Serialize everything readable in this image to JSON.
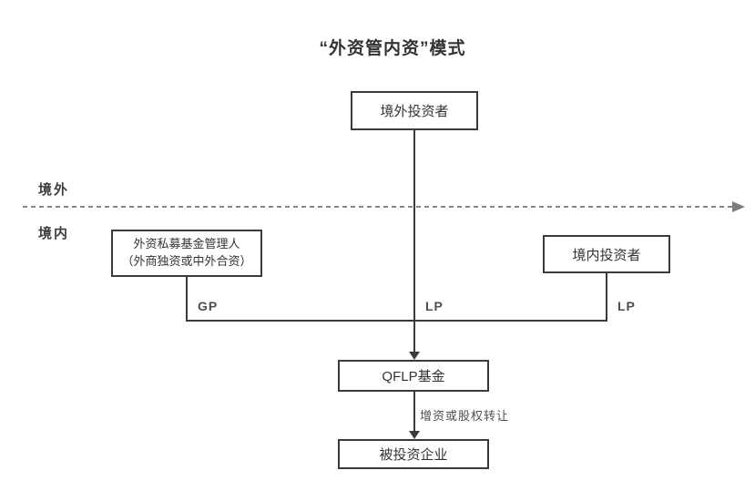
{
  "title": "“外资管内资”模式",
  "regions": {
    "overseas": "境外",
    "domestic": "境内"
  },
  "nodes": {
    "overseas_investor": "境外投资者",
    "fund_manager_line1": "外资私募基金管理人",
    "fund_manager_line2": "（外商独资或中外合资）",
    "domestic_investor": "境内投资者",
    "qflp_fund": "QFLP基金",
    "investee": "被投资企业"
  },
  "edge_labels": {
    "gp": "GP",
    "lp_center": "LP",
    "lp_right": "LP",
    "investment": "增资或股权转让"
  },
  "colors": {
    "line": "#3a3a3a",
    "box_border": "#3a3a3a",
    "text": "#333333",
    "edge_label": "#4f4f4f",
    "dashed_line": "#848484",
    "background": "#ffffff"
  }
}
